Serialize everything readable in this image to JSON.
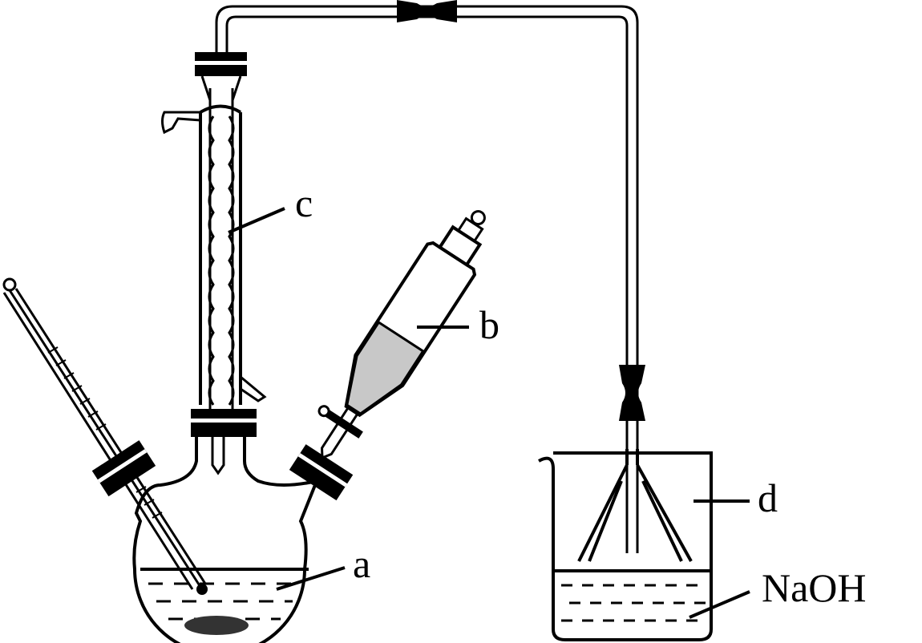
{
  "labels": {
    "flask": "a",
    "dropping_funnel": "b",
    "condenser": "c",
    "beaker": "d",
    "solution": "NaOH"
  },
  "colors": {
    "line": "#000000",
    "funnel_liquid": "#c8c8c8",
    "background": "#ffffff"
  }
}
